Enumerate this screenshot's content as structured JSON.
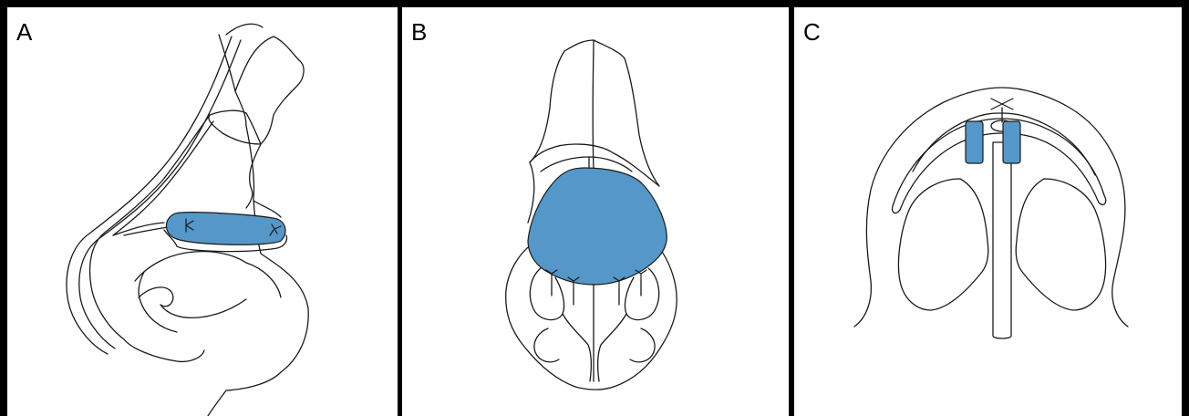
{
  "panels": [
    {
      "label": "A"
    },
    {
      "label": "B"
    },
    {
      "label": "C"
    }
  ],
  "colors": {
    "graft": "#5597C8",
    "frame": "#000000",
    "panel_background": "#FFFFFF",
    "line": "#1A1A1A"
  }
}
